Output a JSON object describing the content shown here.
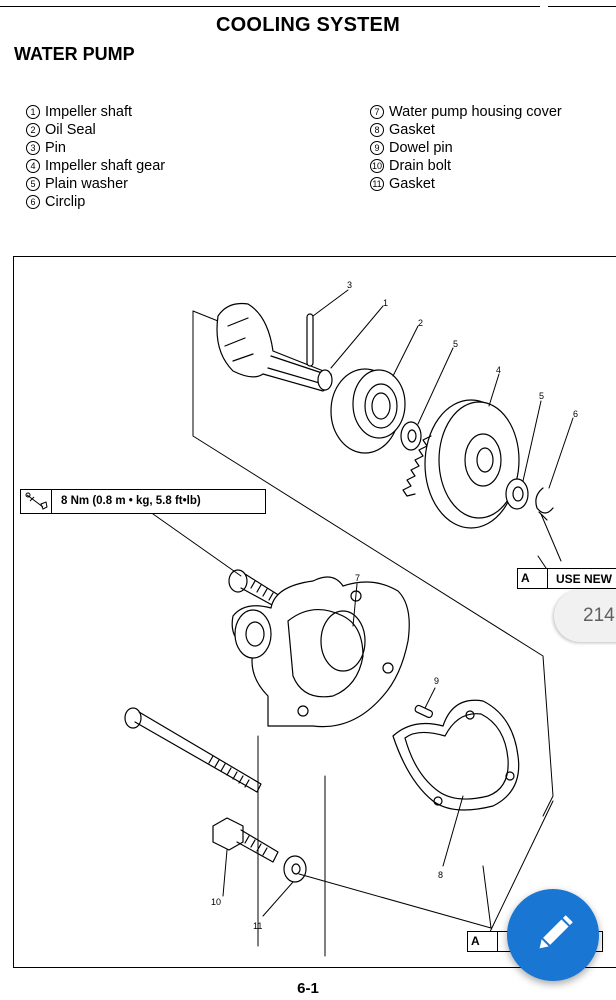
{
  "header": {
    "chapter_title": "COOLING SYSTEM",
    "section_title": "WATER PUMP"
  },
  "legend": {
    "left": [
      {
        "num": "1",
        "label": "Impeller shaft"
      },
      {
        "num": "2",
        "label": "Oil Seal"
      },
      {
        "num": "3",
        "label": "Pin"
      },
      {
        "num": "4",
        "label": "Impeller shaft gear"
      },
      {
        "num": "5",
        "label": "Plain washer"
      },
      {
        "num": "6",
        "label": "Circlip"
      }
    ],
    "right": [
      {
        "num": "7",
        "label": "Water pump housing cover"
      },
      {
        "num": "8",
        "label": "Gasket"
      },
      {
        "num": "9",
        "label": "Dowel pin"
      },
      {
        "num": "10",
        "label": "Drain bolt"
      },
      {
        "num": "11",
        "label": "Gasket"
      }
    ]
  },
  "diagram": {
    "callouts": [
      "1",
      "2",
      "3",
      "4",
      "5",
      "5",
      "6",
      "7",
      "8",
      "9",
      "10",
      "11"
    ],
    "torque_spec": "8 Nm (0.8 m • kg, 5.8 ft•lb)",
    "flag_top": {
      "letter": "A",
      "text": "USE NEW"
    },
    "flag_bottom": {
      "letter": "A",
      "text": ""
    }
  },
  "viewer": {
    "page_indicator": "214",
    "fab_icon": "pencil-edit-icon",
    "fab_color": "#1976d2"
  },
  "footer": {
    "page_number": "6-1"
  }
}
